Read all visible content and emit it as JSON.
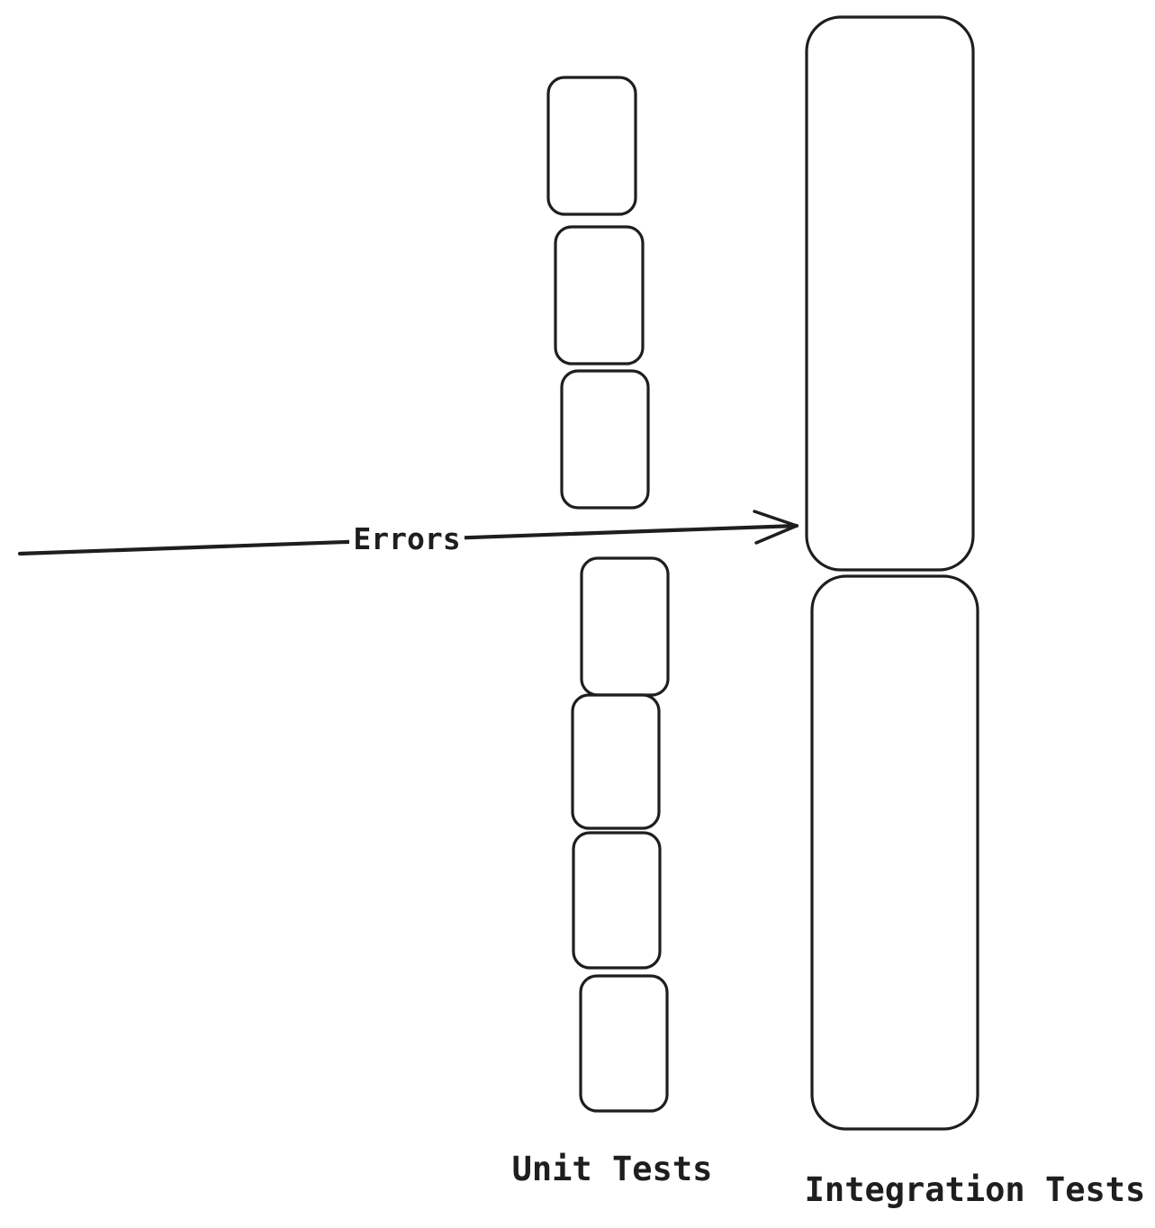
{
  "labels": {
    "arrow": "Errors",
    "unit_tests": "Unit Tests",
    "integration_tests": "Integration Tests"
  },
  "colors": {
    "stroke": "#1e1e1e",
    "background": "#ffffff"
  }
}
